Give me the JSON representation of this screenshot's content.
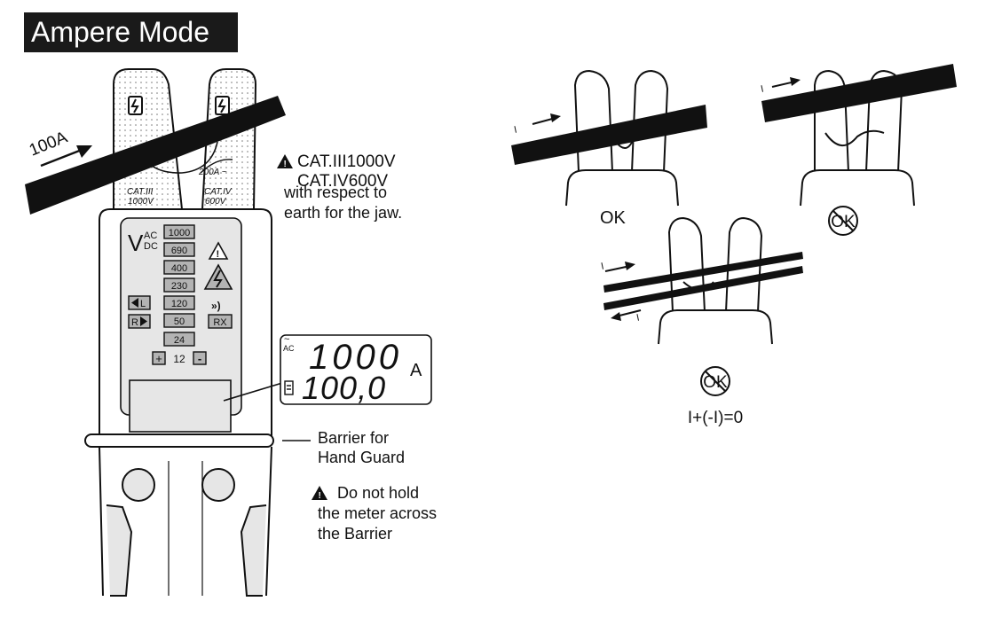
{
  "page": {
    "title": "Ampere Mode"
  },
  "meter": {
    "current_label": "100A",
    "jaw_left_lines": [
      "CAT.III",
      "1000V"
    ],
    "jaw_right_lines": [
      "CAT.IV",
      "600V"
    ],
    "jaw_range": "200A ~",
    "category_lines": [
      "CAT.III1000V",
      "CAT.IV600V"
    ],
    "jaw_note_lines": [
      "with respect to",
      "earth for the jaw."
    ],
    "vac": "V",
    "ac": "AC",
    "dc": "DC",
    "led_scale": [
      "1000",
      "690",
      "400",
      "230",
      "120",
      "50",
      "24"
    ],
    "led_low": "12",
    "plus": "+",
    "minus": "-",
    "rx": "RX",
    "lcd_ac": "AC",
    "lcd_top": "1000",
    "lcd_bottom": "100,0",
    "lcd_unit": "A",
    "barrier_lines": [
      "Barrier for",
      "Hand Guard"
    ],
    "warning_lines": [
      "Do not hold",
      "the meter across",
      "the Barrier"
    ]
  },
  "examples": {
    "ok_label": "OK",
    "not_ok_label": "OK",
    "formula": "I+(-I)=0",
    "arrow_glyph": "I"
  },
  "colors": {
    "ink": "#111111",
    "title_bg": "#1a1a1a",
    "title_fg": "#ffffff",
    "panel": "#e6e6e6",
    "led": "#b3b3b3"
  }
}
